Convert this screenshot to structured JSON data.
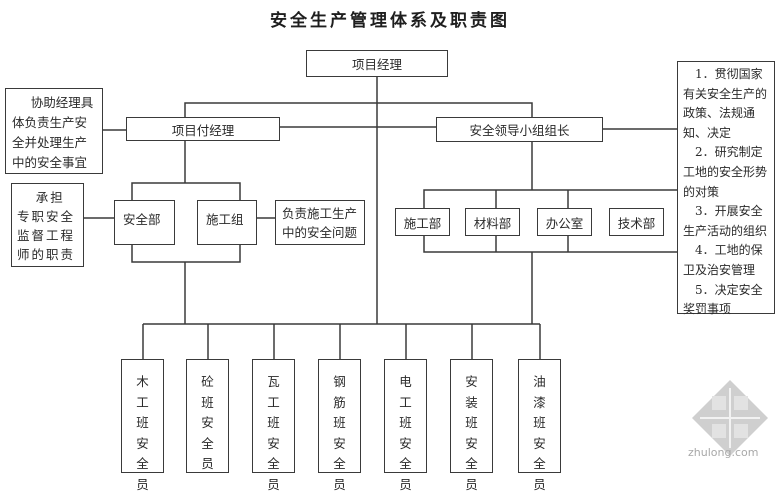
{
  "title": "安全生产管理体系及职责图",
  "nodes": {
    "project_manager": "项目经理",
    "deputy_manager": "项目付经理",
    "safety_leader": "安全领导小组组长",
    "safety_dept": "安全部",
    "construction_group": "施工组",
    "construction_group_note": "负责施工生产中的安全问题",
    "deputy_note": "协助经理具体负责生产安全并处理生产中的安全事宜",
    "safety_dept_note": "承担专职安全监督工程师的职责",
    "leader_departments": [
      "施工部",
      "材料部",
      "办公室",
      "技术部"
    ],
    "team_safety_officers": [
      [
        "木",
        "工",
        "班",
        "安",
        "全",
        "员"
      ],
      [
        "砼",
        "班",
        "安",
        "全",
        "员"
      ],
      [
        "瓦",
        "工",
        "班",
        "安",
        "全",
        "员"
      ],
      [
        "钢",
        "筋",
        "班",
        "安",
        "全",
        "员"
      ],
      [
        "电",
        "工",
        "班",
        "安",
        "全",
        "员"
      ],
      [
        "安",
        "装",
        "班",
        "安",
        "全",
        "员"
      ],
      [
        "油",
        "漆",
        "班",
        "安",
        "全",
        "员"
      ]
    ]
  },
  "leader_duties": [
    "1．贯彻国家有关安全生产的政策、法规通知、决定",
    "2．研究制定工地的安全形势的对策",
    "3．开展安全生产活动的组织",
    "4．工地的保卫及治安管理",
    "5．决定安全奖罚事项"
  ],
  "watermark": "zhulong.com",
  "colors": {
    "line": "#3a3a3a",
    "text": "#2a2a2a",
    "watermark": "#a8a8a8"
  }
}
